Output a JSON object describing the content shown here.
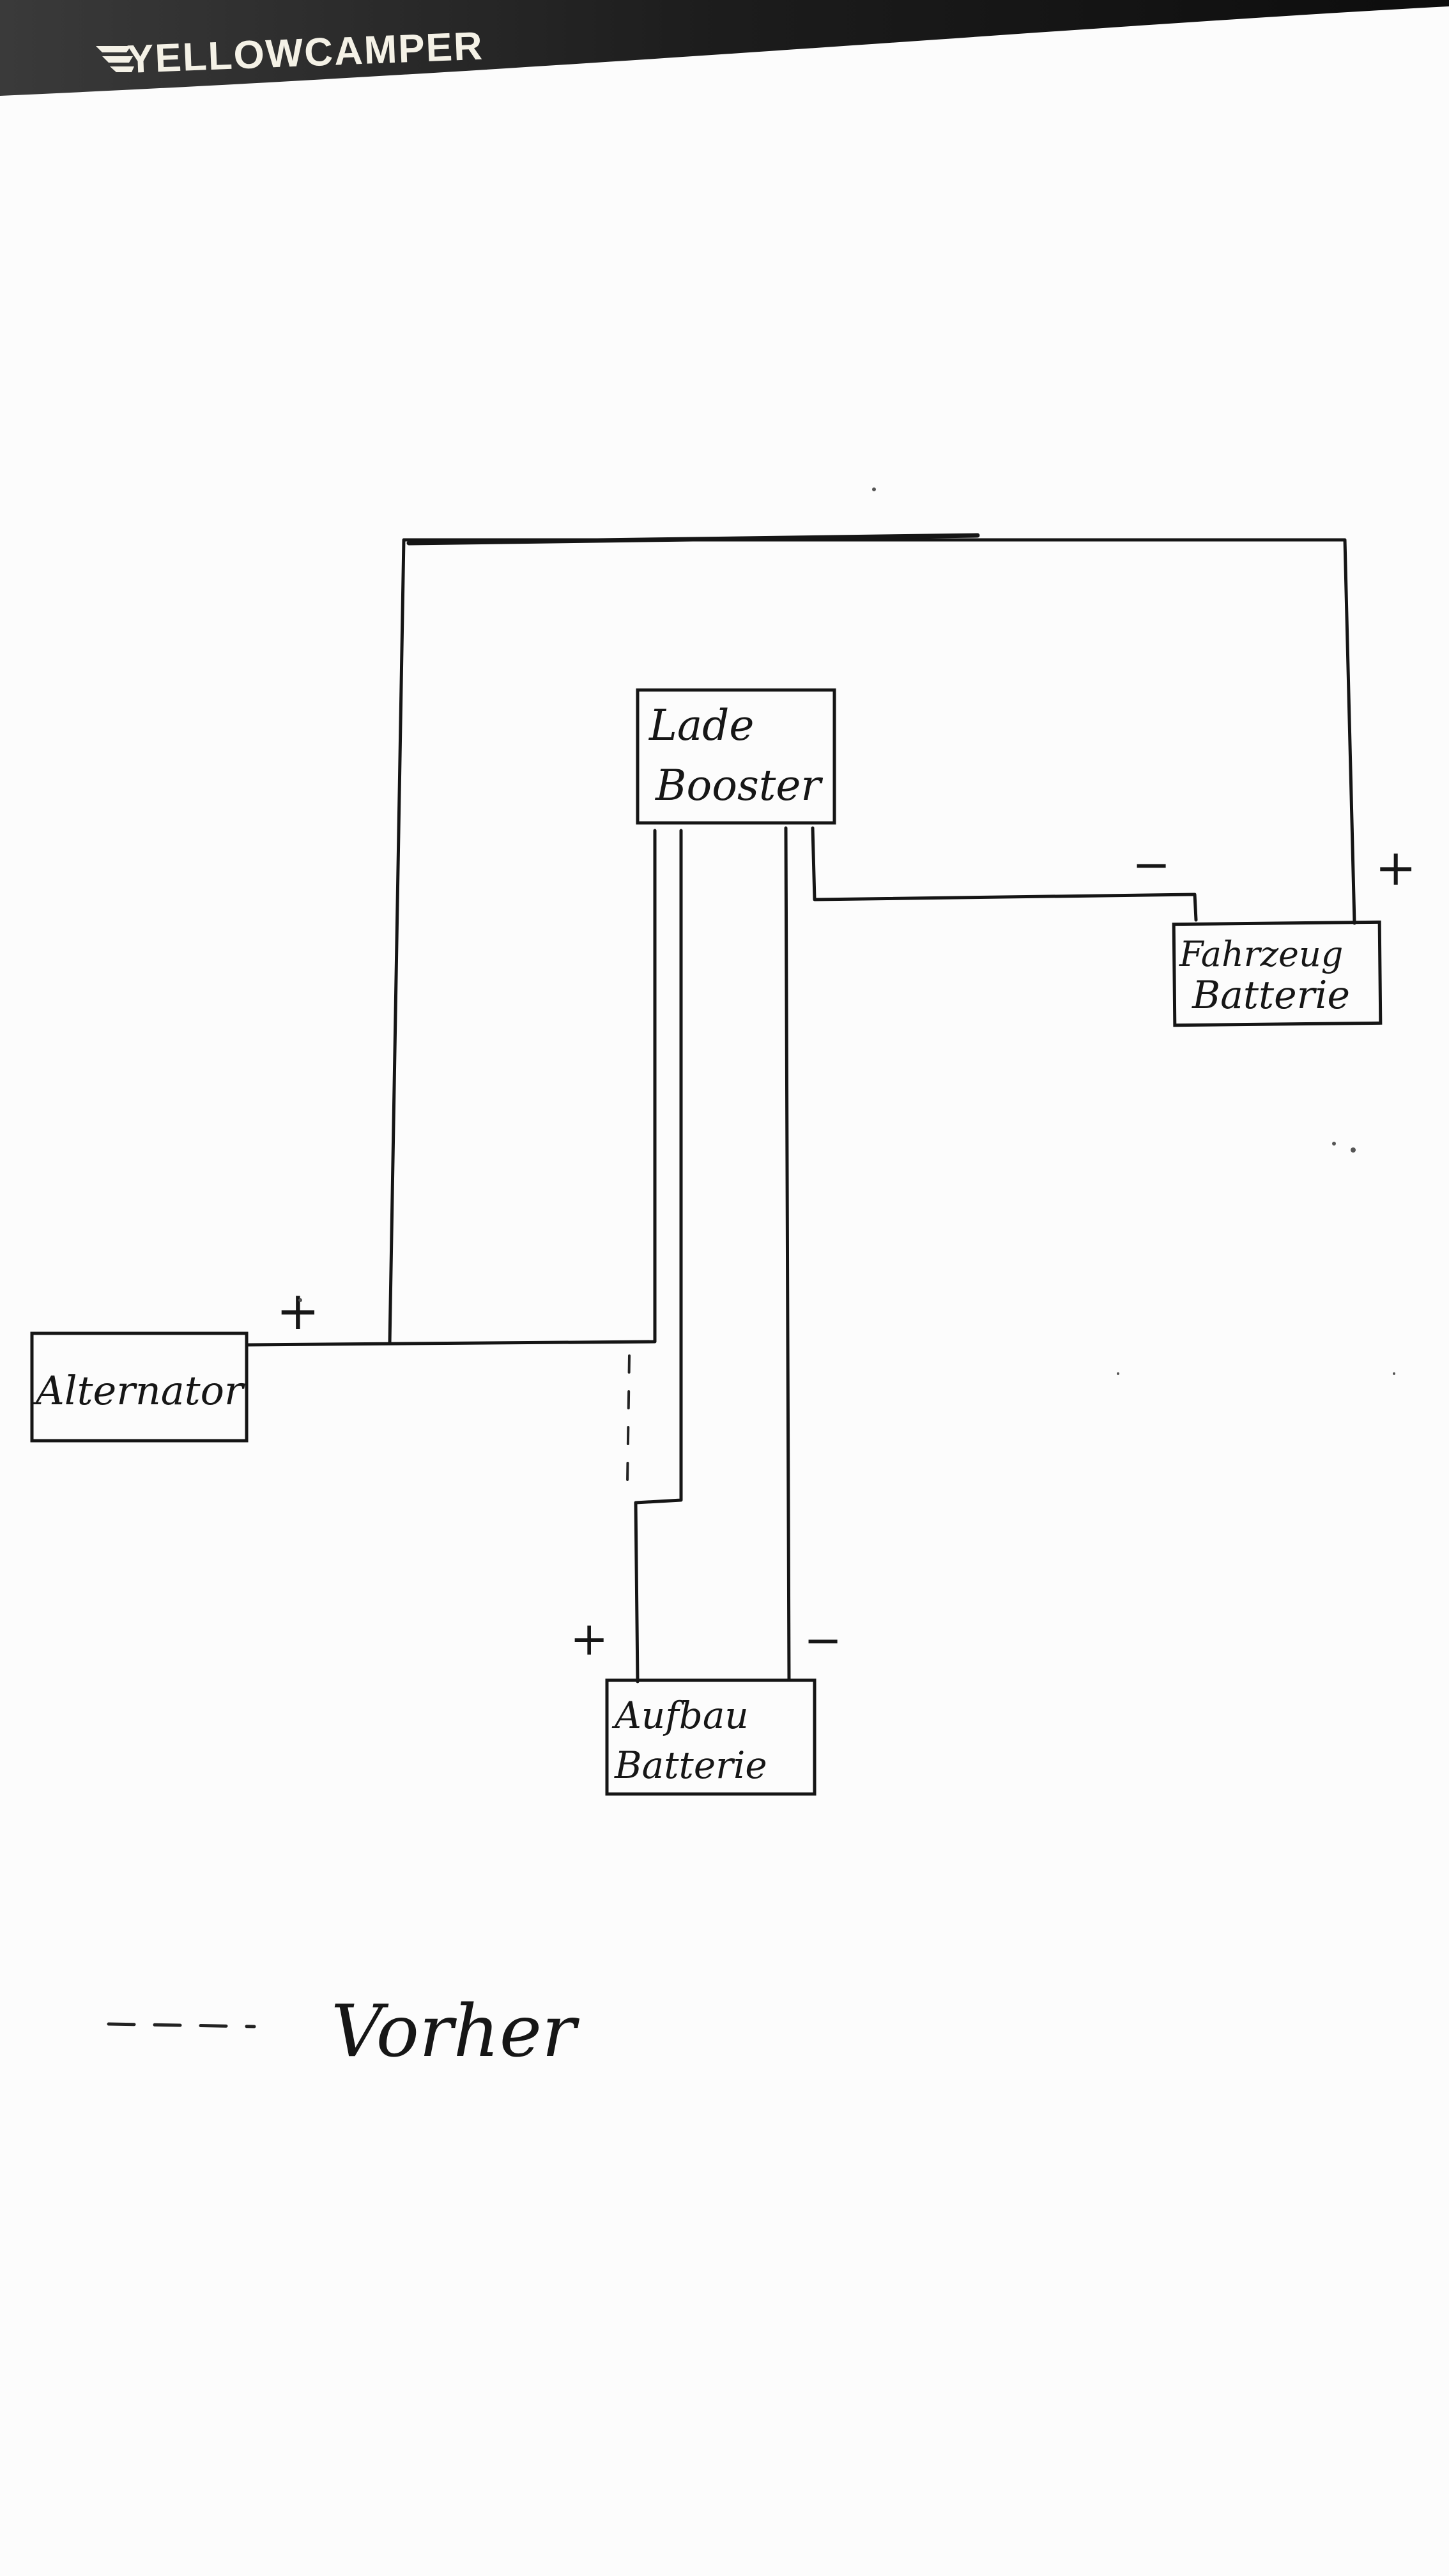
{
  "brand": {
    "logo_text": "YELLOWCAMPER"
  },
  "components": {
    "lade_booster": {
      "line1": "Lade",
      "line2": "Booster"
    },
    "fahrzeug_batterie": {
      "line1": "Fahrzeug",
      "line2": "Batterie"
    },
    "alternator": {
      "label": "Alternator"
    },
    "aufbau_batterie": {
      "line1": "Aufbau",
      "line2": "Batterie"
    }
  },
  "polarity": {
    "fahrzeug_minus": "−",
    "fahrzeug_plus": "+",
    "alternator_plus": "+",
    "aufbau_plus": "+",
    "aufbau_minus": "−"
  },
  "legend": {
    "dash_label": "Vorher"
  }
}
